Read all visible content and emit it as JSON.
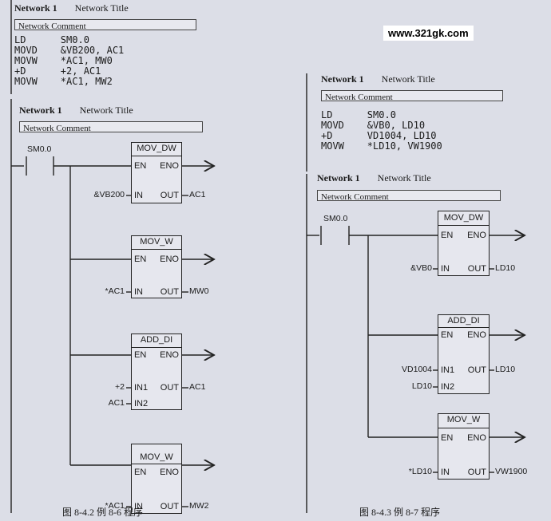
{
  "brand": "www.321gk.com",
  "top_network": {
    "title": "Network 1",
    "subtitle": "Network Title",
    "comment": "Network Comment",
    "stl": [
      "LD      SM0.0",
      "MOVD    &VB200, AC1",
      "MOVW    *AC1, MW0",
      "+D      +2, AC1",
      "MOVW    *AC1, MW2"
    ]
  },
  "left_network": {
    "title": "Network 1",
    "subtitle": "Network Title",
    "comment": "Network Comment",
    "contact": "SM0.0",
    "blocks": [
      {
        "name": "MOV_DW",
        "en": "EN",
        "eno": "ENO",
        "in1": "&VB200",
        "in1_pin": "IN",
        "out": "AC1",
        "out_pin": "OUT"
      },
      {
        "name": "MOV_W",
        "en": "EN",
        "eno": "ENO",
        "in1": "*AC1",
        "in1_pin": "IN",
        "out": "MW0",
        "out_pin": "OUT"
      },
      {
        "name": "ADD_DI",
        "en": "EN",
        "eno": "ENO",
        "in1": "+2",
        "in1_pin": "IN1",
        "in2": "AC1",
        "in2_pin": "IN2",
        "out": "AC1",
        "out_pin": "OUT"
      },
      {
        "name": "MOV_W",
        "en": "EN",
        "eno": "ENO",
        "in1": "*AC1",
        "in1_pin": "IN",
        "out": "MW2",
        "out_pin": "OUT"
      }
    ],
    "caption": "图 8-4.2   例 8-6 程序"
  },
  "right_network": {
    "title": "Network 1",
    "subtitle": "Network Title",
    "comment": "Network Comment",
    "stl": [
      "LD      SM0.0",
      "MOVD    &VB0, LD10",
      "+D      VD1004, LD10",
      "MOVW    *LD10, VW1900"
    ],
    "ladder_title": "Network 1",
    "ladder_subtitle": "Network Title",
    "ladder_comment": "Network Comment",
    "contact": "SM0.0",
    "blocks": [
      {
        "name": "MOV_DW",
        "en": "EN",
        "eno": "ENO",
        "in1": "&VB0",
        "in1_pin": "IN",
        "out": "LD10",
        "out_pin": "OUT"
      },
      {
        "name": "ADD_DI",
        "en": "EN",
        "eno": "ENO",
        "in1": "VD1004",
        "in1_pin": "IN1",
        "in2": "LD10",
        "in2_pin": "IN2",
        "out": "LD10",
        "out_pin": "OUT"
      },
      {
        "name": "MOV_W",
        "en": "EN",
        "eno": "ENO",
        "in1": "*LD10",
        "in1_pin": "IN",
        "out": "VW1900",
        "out_pin": "OUT"
      }
    ],
    "caption": "图 8-4.3   例 8-7 程序"
  }
}
